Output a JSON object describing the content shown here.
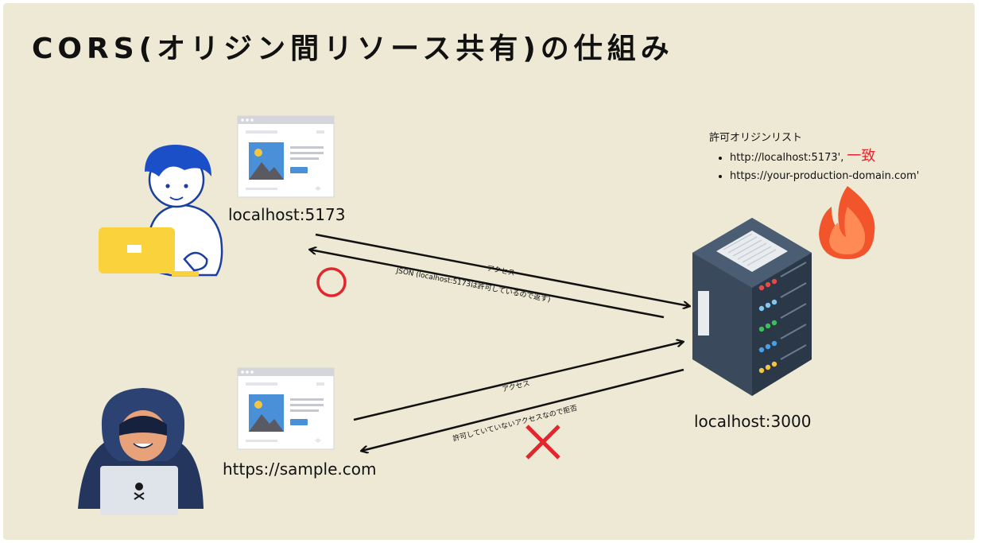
{
  "title": "CORS(オリジン間リソース共有)の仕組み",
  "labels": {
    "client": "localhost:5173",
    "attacker": "https://sample.com",
    "server": "localhost:3000"
  },
  "allowlist": {
    "title": "許可オリジンリスト",
    "items": [
      "http://localhost:5173',",
      "https://your-production-domain.com'"
    ],
    "match_label": "一致"
  },
  "arrows": {
    "client_request": "アクセス",
    "client_response": "JSON (localhost:5173は許可しているので返す)",
    "attacker_request": "アクセス",
    "attacker_response": "許可していていないアクセスなので拒否"
  },
  "icons": {
    "allowed": "circle-ok-icon",
    "denied": "cross-denied-icon",
    "fire": "fire-icon"
  },
  "colors": {
    "background": "#ede9d5",
    "allowed": "#e3262d",
    "denied": "#e3262d",
    "server_body": "#3a4a5c",
    "fire": "#f36a3c"
  }
}
